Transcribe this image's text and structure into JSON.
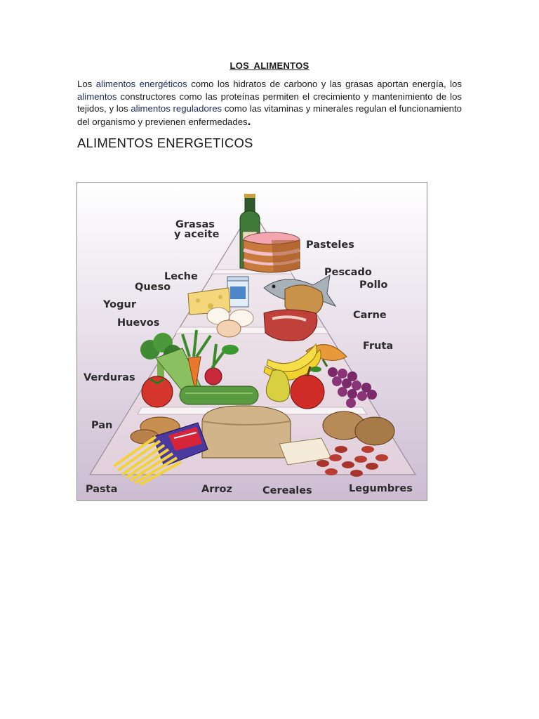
{
  "document": {
    "title": "LOS  ALIMENTOS",
    "intro": {
      "p1": "Los ",
      "link1": "alimentos energéticos",
      "p2": " como los hidratos de carbono y las grasas aportan energía, los ",
      "link2": "alimentos",
      "p3": " constructores como las proteínas permiten el crecimiento y mantenimiento de los tejidos, y los ",
      "link3": "alimentos reguladores",
      "p4": " como las vitaminas y minerales regulan el funcionamiento del organismo y previenen enfermedades",
      "end": "."
    },
    "section_heading": "ALIMENTOS ENERGETICOS"
  },
  "pyramid": {
    "labels": {
      "grasas": "Grasas",
      "aceite": "y aceite",
      "pasteles": "Pasteles",
      "leche": "Leche",
      "queso": "Queso",
      "pescado": "Pescado",
      "pollo": "Pollo",
      "yogur": "Yogur",
      "huevos": "Huevos",
      "carne": "Carne",
      "fruta": "Fruta",
      "verduras": "Verduras",
      "pan": "Pan",
      "pasta": "Pasta",
      "arroz": "Arroz",
      "cereales": "Cereales",
      "legumbres": "Legumbres"
    },
    "colors": {
      "background_top": "#ffffff",
      "background_bottom": "#cdbcd2",
      "pyramid_fill": "#efe6ec",
      "pyramid_band": "#e3d3dd",
      "shelf": "#f7f3f5"
    }
  }
}
